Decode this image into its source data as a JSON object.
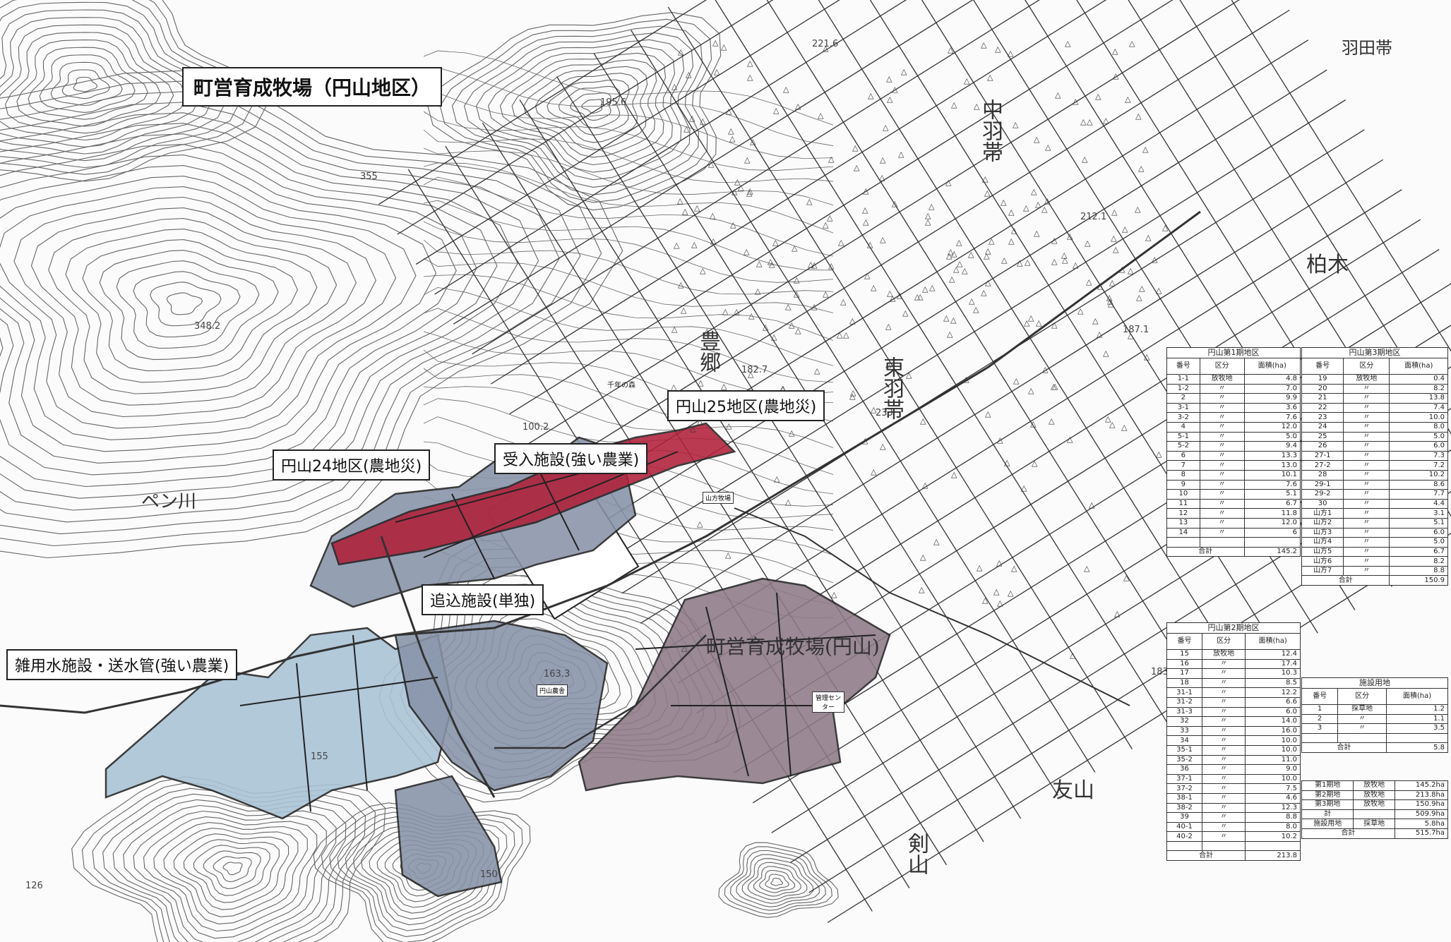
{
  "labels": {
    "title": "町営育成牧場（円山地区）",
    "maruyama25": "円山25地区(農地災)",
    "maruyama24": "円山24地区(農地災)",
    "ukeire": "受入施設(強い農業)",
    "oikomi": "追込施設(単独)",
    "zatsuyou": "雑用水施設・送水管(強い農業)",
    "sennen": "千年の森",
    "ranch": "町営育成牧場(円山)",
    "yamakata": "山方牧場",
    "maruyama_bldg": "円山農舎",
    "center": "管理センター"
  },
  "place_names": {
    "higashi_hatai": "東羽帯",
    "naka_hatai": "中羽帯",
    "kashiwagi": "柏木",
    "toyosato": "豊郷",
    "tomoyama": "友山",
    "kenzan": "剣山",
    "hatai_top": "羽田帯",
    "river": "ペン川"
  },
  "elevations": [
    "221.6",
    "195.6",
    "212.1",
    "187.1",
    "182.7",
    "233",
    "183.2",
    "163.3",
    "155",
    "150",
    "126",
    "355",
    "348.2",
    "100.2"
  ],
  "table1": {
    "caption": "円山第1期地区",
    "headers": [
      "番号",
      "区分",
      "面積(ha)"
    ],
    "rows": [
      [
        "1-1",
        "放牧地",
        "4.8"
      ],
      [
        "1-2",
        "〃",
        "7.0"
      ],
      [
        "2",
        "〃",
        "9.9"
      ],
      [
        "3-1",
        "〃",
        "3.6"
      ],
      [
        "3-2",
        "〃",
        "7.6"
      ],
      [
        "4",
        "〃",
        "12.0"
      ],
      [
        "5-1",
        "〃",
        "5.0"
      ],
      [
        "5-2",
        "〃",
        "9.4"
      ],
      [
        "6",
        "〃",
        "13.3"
      ],
      [
        "7",
        "〃",
        "13.0"
      ],
      [
        "8",
        "〃",
        "10.1"
      ],
      [
        "9",
        "〃",
        "7.6"
      ],
      [
        "10",
        "〃",
        "5.1"
      ],
      [
        "11",
        "〃",
        "6.7"
      ],
      [
        "12",
        "〃",
        "11.8"
      ],
      [
        "13",
        "〃",
        "12.0"
      ],
      [
        "14",
        "〃",
        "6"
      ],
      [
        "",
        "",
        ""
      ]
    ],
    "total_label": "合計",
    "total": "145.2"
  },
  "table2": {
    "caption": "円山第2期地区",
    "headers": [
      "番号",
      "区分",
      "面積(ha)"
    ],
    "rows": [
      [
        "15",
        "放牧地",
        "12.4"
      ],
      [
        "16",
        "〃",
        "17.4"
      ],
      [
        "17",
        "〃",
        "10.3"
      ],
      [
        "18",
        "〃",
        "8.5"
      ],
      [
        "31-1",
        "〃",
        "12.2"
      ],
      [
        "31-2",
        "〃",
        "6.6"
      ],
      [
        "31-3",
        "〃",
        "6.0"
      ],
      [
        "32",
        "〃",
        "14.0"
      ],
      [
        "33",
        "〃",
        "16.0"
      ],
      [
        "34",
        "〃",
        "10.0"
      ],
      [
        "35-1",
        "〃",
        "10.0"
      ],
      [
        "35-2",
        "〃",
        "11.0"
      ],
      [
        "36",
        "〃",
        "9.0"
      ],
      [
        "37-1",
        "〃",
        "10.0"
      ],
      [
        "37-2",
        "〃",
        "7.5"
      ],
      [
        "38-1",
        "〃",
        "4.6"
      ],
      [
        "38-2",
        "〃",
        "12.3"
      ],
      [
        "39",
        "〃",
        "8.8"
      ],
      [
        "40-1",
        "〃",
        "8.0"
      ],
      [
        "40-2",
        "〃",
        "10.2"
      ],
      [
        "",
        "",
        ""
      ]
    ],
    "total_label": "合計",
    "total": "213.8"
  },
  "table3": {
    "caption": "円山第3期地区",
    "headers": [
      "番号",
      "区分",
      "面積(ha)"
    ],
    "rows": [
      [
        "19",
        "放牧地",
        "0.4"
      ],
      [
        "20",
        "〃",
        "8.2"
      ],
      [
        "21",
        "〃",
        "13.8"
      ],
      [
        "22",
        "〃",
        "7.4"
      ],
      [
        "23",
        "〃",
        "10.0"
      ],
      [
        "24",
        "〃",
        "8.0"
      ],
      [
        "25",
        "〃",
        "5.0"
      ],
      [
        "26",
        "〃",
        "6.0"
      ],
      [
        "27-1",
        "〃",
        "7.3"
      ],
      [
        "27-2",
        "〃",
        "7.2"
      ],
      [
        "28",
        "〃",
        "10.2"
      ],
      [
        "29-1",
        "〃",
        "8.6"
      ],
      [
        "29-2",
        "〃",
        "7.7"
      ],
      [
        "30",
        "〃",
        "4.4"
      ],
      [
        "山方1",
        "〃",
        "3.1"
      ],
      [
        "山方2",
        "〃",
        "5.1"
      ],
      [
        "山方3",
        "〃",
        "6.0"
      ],
      [
        "山方4",
        "〃",
        "5.0"
      ],
      [
        "山方5",
        "〃",
        "6.7"
      ],
      [
        "山方6",
        "〃",
        "8.2"
      ],
      [
        "山方7",
        "〃",
        "8.8"
      ]
    ],
    "total_label": "合計",
    "total": "150.9"
  },
  "table4": {
    "caption": "施設用地",
    "headers": [
      "番号",
      "区分",
      "面積(ha)"
    ],
    "rows": [
      [
        "1",
        "採草地",
        "1.2"
      ],
      [
        "2",
        "〃",
        "1.1"
      ],
      [
        "3",
        "〃",
        "3.5"
      ],
      [
        "",
        "",
        ""
      ]
    ],
    "total_label": "合計",
    "total": "5.8"
  },
  "summary": {
    "rows": [
      [
        "第1期地",
        "放牧地",
        "145.2ha"
      ],
      [
        "第2期地",
        "放牧地",
        "213.8ha"
      ],
      [
        "第3期地",
        "放牧地",
        "150.9ha"
      ],
      [
        "計",
        "",
        "509.9ha"
      ],
      [
        "施設用地",
        "採草地",
        "5.8ha"
      ]
    ],
    "total_label": "合計",
    "total": "515.7ha"
  },
  "colors": {
    "blue_zone": "#a9c3d6",
    "slate_zone": "#8893a8",
    "mauve_zone": "#8e7a88",
    "red_zone": "#b0203a",
    "contour": "#555555",
    "road": "#444444"
  }
}
